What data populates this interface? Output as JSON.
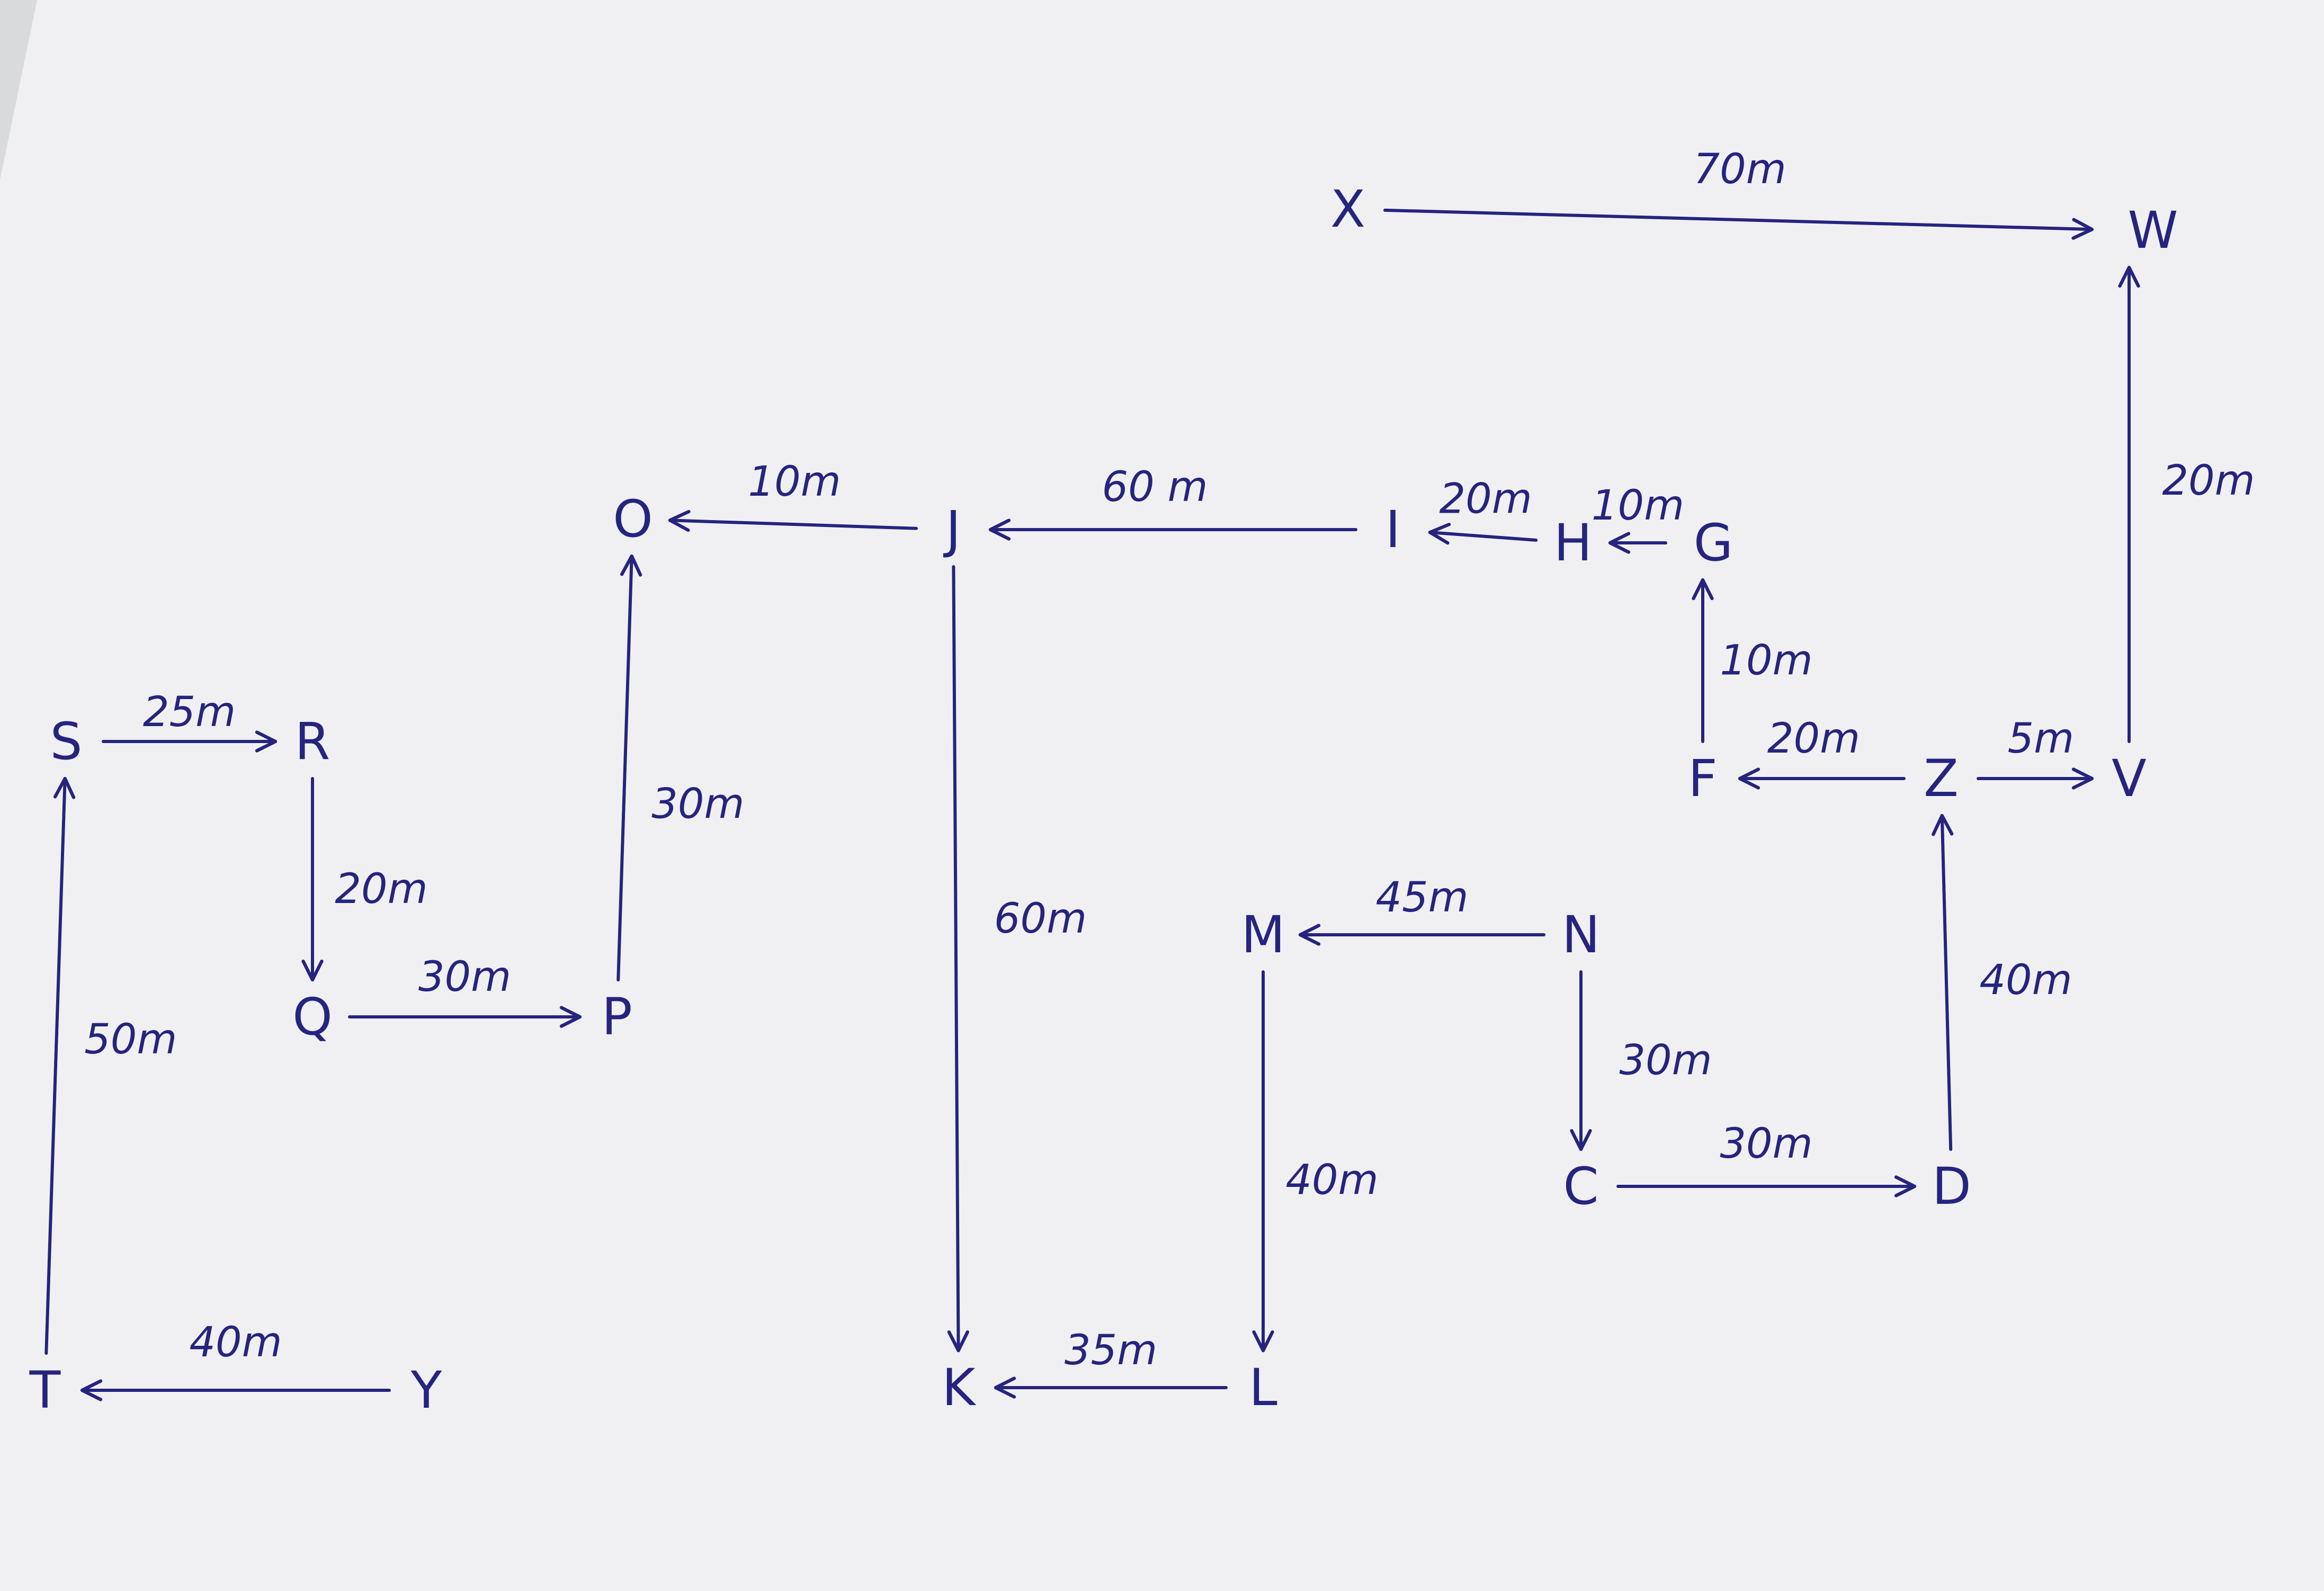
{
  "colors": {
    "paper": "#f0f0f2",
    "ink": "#25247e",
    "backdrop": "#d9dadc"
  },
  "points": [
    {
      "id": "X",
      "label": "X"
    },
    {
      "id": "W",
      "label": "W"
    },
    {
      "id": "V",
      "label": "V"
    },
    {
      "id": "Z",
      "label": "Z"
    },
    {
      "id": "F",
      "label": "F"
    },
    {
      "id": "G",
      "label": "G"
    },
    {
      "id": "H",
      "label": "H"
    },
    {
      "id": "I",
      "label": "I"
    },
    {
      "id": "J",
      "label": "J"
    },
    {
      "id": "O",
      "label": "O"
    },
    {
      "id": "P",
      "label": "P"
    },
    {
      "id": "Q",
      "label": "Q"
    },
    {
      "id": "R",
      "label": "R"
    },
    {
      "id": "S",
      "label": "S"
    },
    {
      "id": "T",
      "label": "T"
    },
    {
      "id": "Y",
      "label": "Y"
    },
    {
      "id": "K",
      "label": "K"
    },
    {
      "id": "L",
      "label": "L"
    },
    {
      "id": "M",
      "label": "M"
    },
    {
      "id": "N",
      "label": "N"
    },
    {
      "id": "C",
      "label": "C"
    },
    {
      "id": "D",
      "label": "D"
    }
  ],
  "edges": [
    {
      "from": "X",
      "to": "W",
      "distance": "70m"
    },
    {
      "from": "V",
      "to": "W",
      "distance": "20m"
    },
    {
      "from": "Z",
      "to": "V",
      "distance": "5m"
    },
    {
      "from": "Z",
      "to": "F",
      "distance": "20m"
    },
    {
      "from": "F",
      "to": "G",
      "distance": "10m"
    },
    {
      "from": "G",
      "to": "H",
      "distance": "10m"
    },
    {
      "from": "H",
      "to": "I",
      "distance": "20m"
    },
    {
      "from": "I",
      "to": "J",
      "distance": "60 m"
    },
    {
      "from": "J",
      "to": "O",
      "distance": "10m"
    },
    {
      "from": "J",
      "to": "K",
      "distance": "60m"
    },
    {
      "from": "L",
      "to": "K",
      "distance": "35m"
    },
    {
      "from": "M",
      "to": "L",
      "distance": "40m"
    },
    {
      "from": "N",
      "to": "M",
      "distance": "45m"
    },
    {
      "from": "N",
      "to": "C",
      "distance": "30m"
    },
    {
      "from": "C",
      "to": "D",
      "distance": "30m"
    },
    {
      "from": "D",
      "to": "Z",
      "distance": "40m"
    },
    {
      "from": "P",
      "to": "O",
      "distance": "30m"
    },
    {
      "from": "Q",
      "to": "P",
      "distance": "30m"
    },
    {
      "from": "R",
      "to": "Q",
      "distance": "20m"
    },
    {
      "from": "S",
      "to": "R",
      "distance": "25m"
    },
    {
      "from": "T",
      "to": "S",
      "distance": "50m"
    },
    {
      "from": "Y",
      "to": "T",
      "distance": "40m"
    }
  ]
}
